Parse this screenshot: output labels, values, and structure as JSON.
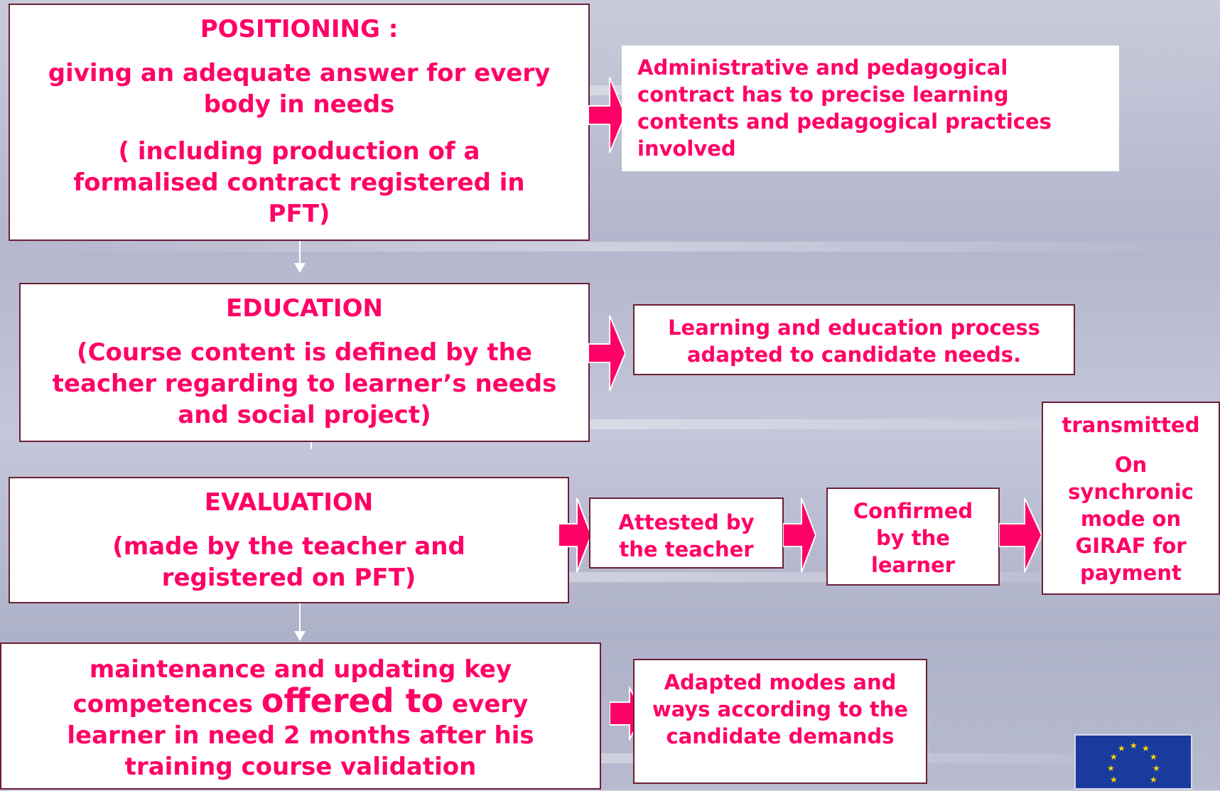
{
  "positioning": {
    "title": "POSITIONING :",
    "line1": "giving an adequate answer for every body in needs",
    "line2": "( including  production of  a formalised contract registered in PFT)"
  },
  "admin_contract": {
    "text": "Administrative and pedagogical contract has to precise  learning contents and pedagogical  practices involved"
  },
  "education": {
    "title": "EDUCATION",
    "text": "(Course  content is defined by the teacher regarding to learner’s needs and social project)"
  },
  "learning_process": {
    "text": "Learning and education process adapted to candidate needs."
  },
  "evaluation": {
    "title": "EVALUATION",
    "text": "(made by the teacher and registered on PFT)"
  },
  "attested": {
    "text": "Attested by the teacher"
  },
  "confirmed": {
    "text": "Confirmed by the learner"
  },
  "transmitted": {
    "title": "transmitted",
    "text": "On synchronic mode on GIRAF for payment"
  },
  "maintenance": {
    "part1": "maintenance and updating key competences ",
    "emphasis": "offered to",
    "part2": " every learner in need 2 months after his training course validation"
  },
  "adapted_modes": {
    "text": "Adapted modes and ways according to the candidate demands"
  },
  "colors": {
    "text": "#ff0066",
    "arrow": "#ff0066",
    "border": "#6b1f3a",
    "flag": "#1a3a9c",
    "stars": "#ffd700"
  },
  "icons": {
    "block_arrow": "right-block-arrow-icon",
    "down_arrow": "down-arrow-icon",
    "flag": "eu-flag-icon"
  }
}
